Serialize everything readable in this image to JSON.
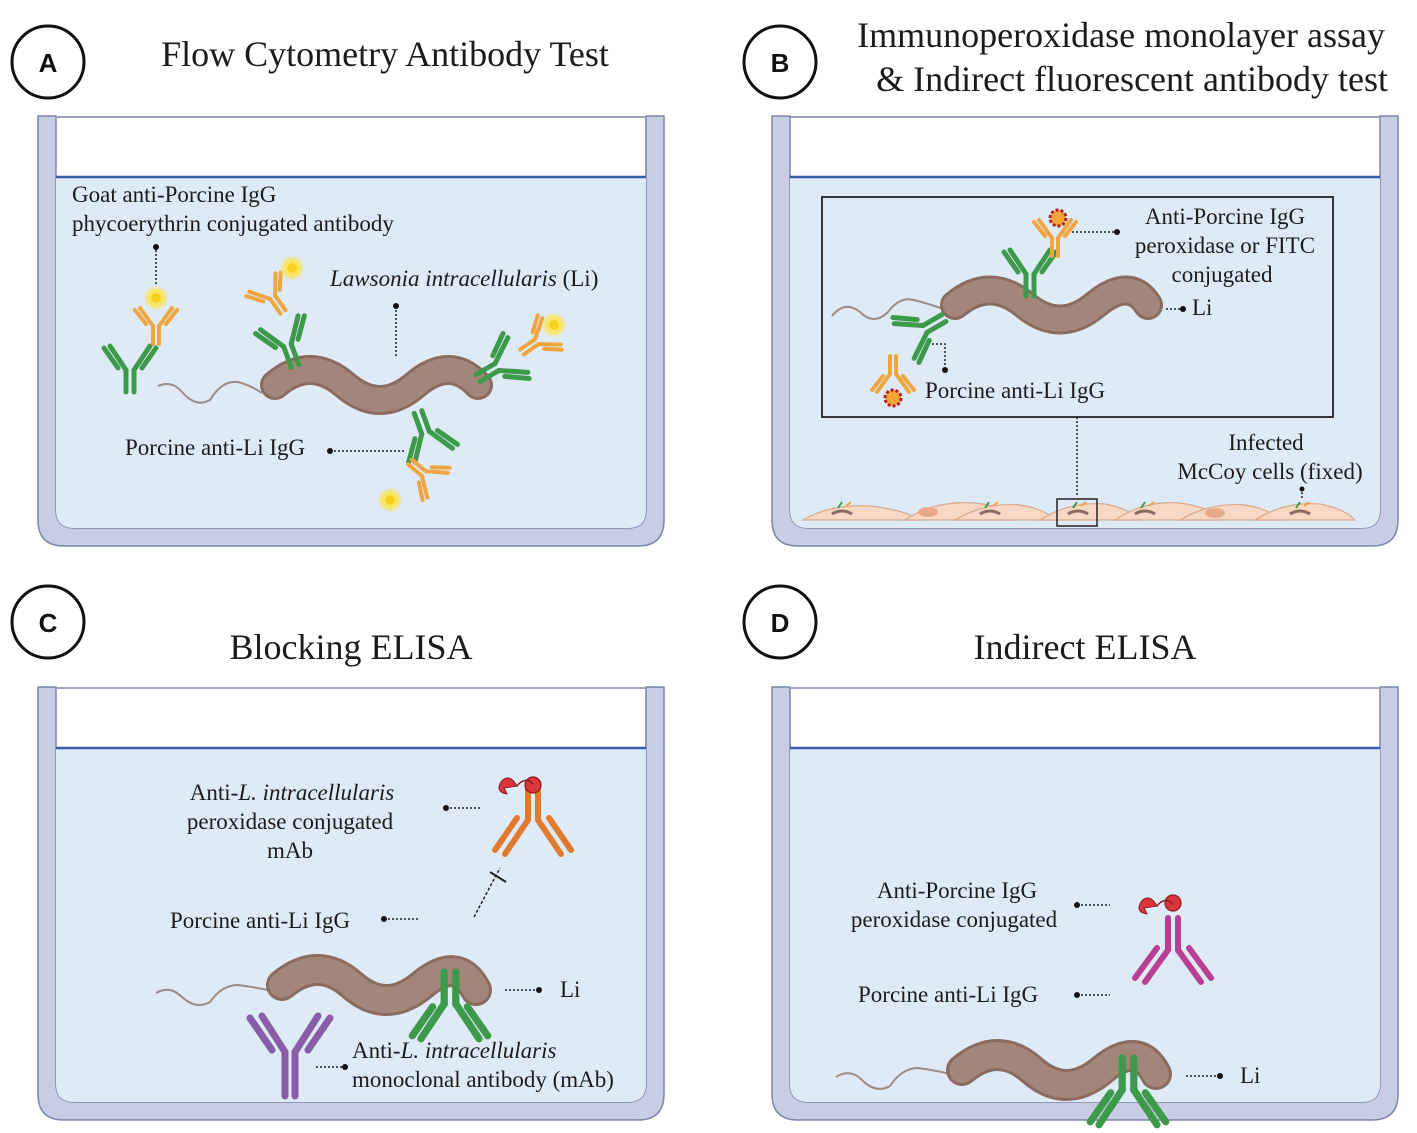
{
  "panels": {
    "a": {
      "letter": "A",
      "title": "Flow Cytometry Antibody Test",
      "goat_line1": "Goat anti-Porcine IgG",
      "goat_line2": "phycoerythrin conjugated antibody",
      "li_name": "Lawsonia intracellularis",
      "li_abbrev": " (Li)",
      "porcine": "Porcine anti-Li IgG"
    },
    "b": {
      "letter": "B",
      "title_line1": "Immunoperoxidase monolayer assay",
      "title_line2": "& Indirect fluorescent antibody test",
      "anti_line1": "Anti-Porcine IgG",
      "anti_line2": "peroxidase or FITC",
      "anti_line3": "conjugated",
      "li": "Li",
      "porcine": "Porcine anti-Li IgG",
      "infected_line1": "Infected",
      "infected_line2": "McCoy cells (fixed)"
    },
    "c": {
      "letter": "C",
      "title": "Blocking ELISA",
      "anti_prefix": "Anti-",
      "anti_italic": "L. intracellularis",
      "anti_line2": "peroxidase conjugated",
      "anti_line3": "mAb",
      "porcine": "Porcine anti-Li IgG",
      "li": "Li",
      "mab_prefix": "Anti-",
      "mab_italic": "L. intracellularis",
      "mab_line2": "monoclonal antibody (mAb)"
    },
    "d": {
      "letter": "D",
      "title": "Indirect ELISA",
      "anti_line1": "Anti-Porcine IgG",
      "anti_line2": "peroxidase conjugated",
      "porcine": "Porcine anti-Li IgG",
      "li": "Li"
    }
  },
  "colors": {
    "well_wall": "#c9cde3",
    "well_fill": "#deebf7",
    "liquid_line": "#3b5ea8",
    "bacterium": "#9b7b6d",
    "antibody_green": "#3d9a4a",
    "antibody_orange": "#f0a640",
    "antibody_dark_orange": "#e07a2f",
    "antibody_purple": "#8a5ca8",
    "antibody_magenta": "#b83f93",
    "enzyme_red": "#d9363e"
  }
}
